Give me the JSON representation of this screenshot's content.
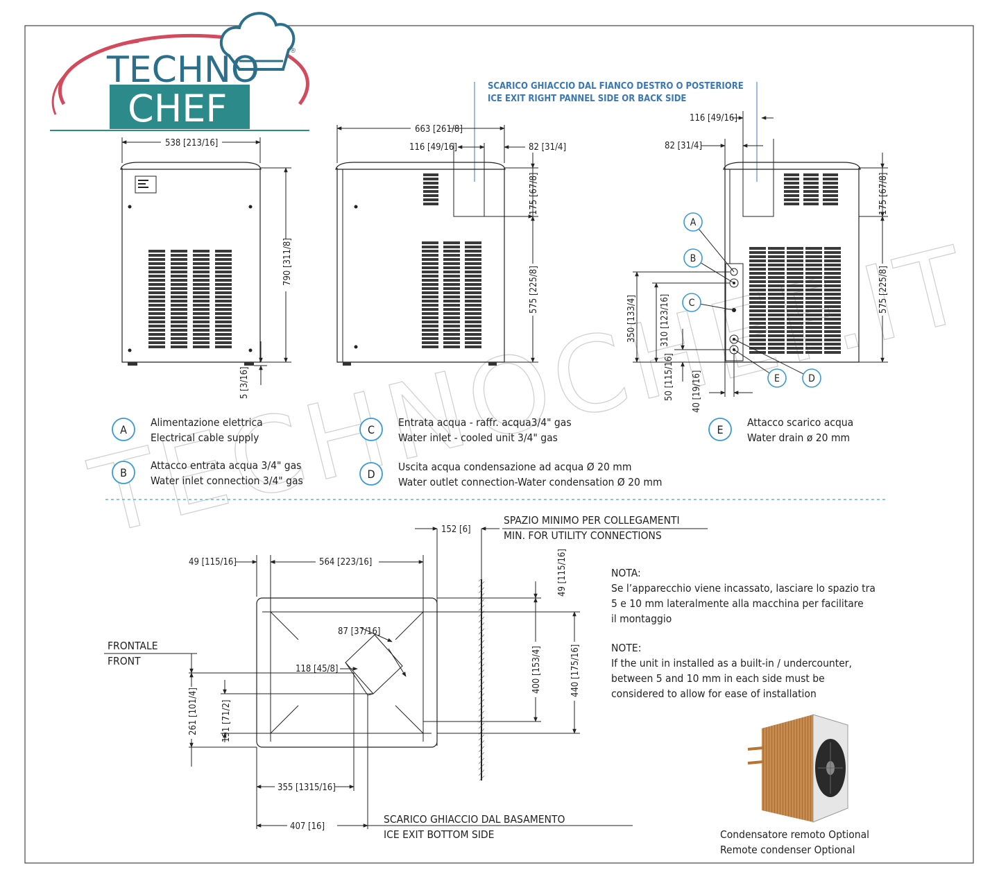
{
  "logo": {
    "line1": "TECHNO",
    "line2": "CHEF",
    "reg": "®",
    "watermark": "TECHNOCHEF.IT"
  },
  "colors": {
    "logo_arc": "#d24a5c",
    "logo_teal": "#2d8a8a",
    "logo_text": "#2b6f8a",
    "section_blue": "#3a78b5",
    "watermark": "#c8c8c8"
  },
  "front_view": {
    "width": "538",
    "width_in": "[21",
    "width_frac": "3/16]",
    "height": "790",
    "height_in": "[31",
    "height_frac": "1/8]",
    "foot": "5",
    "foot_in": "[",
    "foot_frac": "3/16]"
  },
  "side_view": {
    "title_it": "SCARICO GHIACCIO DAL FIANCO  DESTRO O POSTERIORE",
    "title_en": "ICE EXIT RIGHT PANNEL SIDE OR BACK SIDE",
    "depth": "663",
    "depth_in": "[26",
    "depth_frac": "1/8]",
    "exit_w": "116",
    "exit_w_in": "[4",
    "exit_w_frac": "9/16]",
    "exit_off": "82",
    "exit_off_in": "[3",
    "exit_off_frac": "1/4]",
    "top_h": "175",
    "top_h_in": "[6",
    "top_h_frac": "7/8]",
    "low_h": "575",
    "low_h_in": "[22",
    "low_h_frac": "5/8]"
  },
  "rear_view": {
    "exit_w": "116",
    "exit_w_in": "[4",
    "exit_w_frac": "9/16]",
    "exit_off": "82",
    "exit_off_in": "[3",
    "exit_off_frac": "1/4]",
    "top_h": "175",
    "top_h_in": "[6",
    "top_h_frac": "7/8]",
    "low_h": "575",
    "low_h_in": "[22",
    "low_h_frac": "5/8]",
    "h350": "350",
    "h350_in": "[13",
    "h350_frac": "3/4]",
    "h310": "310",
    "h310_in": "[12",
    "h310_frac": "3/16]",
    "h50": "50",
    "h50_in": "[1",
    "h50_frac": "15/16]",
    "w40": "40",
    "w40_in": "[1",
    "w40_frac": "9/16]",
    "labels": [
      "A",
      "B",
      "C",
      "D",
      "E"
    ]
  },
  "legend": [
    {
      "letter": "A",
      "it": "Alimentazione elettrica",
      "en": "Electrical cable supply"
    },
    {
      "letter": "B",
      "it": "Attacco entrata acqua 3/4\" gas",
      "en": "Water inlet connection 3/4\" gas"
    },
    {
      "letter": "C",
      "it": "Entrata acqua   - raffr. acqua3/4\" gas",
      "en": "Water inlet - cooled unit 3/4\" gas"
    },
    {
      "letter": "D",
      "it": "Uscita acqua condensazione ad acqua Ø 20 mm",
      "en": "Water outlet connection-Water condensation Ø 20 mm"
    },
    {
      "letter": "E",
      "it": "Attacco scarico acqua",
      "en": "Water drain ø 20 mm"
    }
  ],
  "plan_view": {
    "space_it": "SPAZIO MINIMO PER COLLEGAMENTI",
    "space_en": "MIN. FOR UTILITY CONNECTIONS",
    "gap": "152",
    "gap_in": "[6]",
    "left_off": "49",
    "left_off_in": "[1",
    "left_off_frac": "15/16]",
    "width": "564",
    "width_in": "[22",
    "width_frac": "3/16]",
    "top_off": "49",
    "top_off_in": "[1",
    "top_off_frac": "15/16]",
    "diag1": "87",
    "diag1_in": "[3",
    "diag1_frac": "7/16]",
    "diag2": "118",
    "diag2_in": "[4",
    "diag2_frac": "5/8]",
    "d400": "400",
    "d400_in": "[15",
    "d400_frac": "3/4]",
    "d440": "440",
    "d440_in": "[17",
    "d440_frac": "5/16]",
    "d261": "261",
    "d261_in": "[10",
    "d261_frac": "1/4]",
    "d191": "191",
    "d191_in": "[7",
    "d191_frac": "1/2]",
    "d355": "355",
    "d355_in": "[13",
    "d355_frac": "15/16]",
    "d407": "407",
    "d407_in": "[16]",
    "front_it": "FRONTALE",
    "front_en": "FRONT",
    "exit_it": "SCARICO GHIACCIO DAL BASAMENTO",
    "exit_en": "ICE EXIT BOTTOM SIDE"
  },
  "note": {
    "title_it": "NOTA:",
    "it_lines": [
      "Se l’apparecchio viene incassato, lasciare lo spazio tra",
      "5 e 10 mm lateralmente alla macchina per facilitare",
      "il montaggio"
    ],
    "title_en": "NOTE:",
    "en_lines": [
      "If the unit in installed as a built-in / undercounter,",
      "between 5 and 10 mm in each side must be",
      "considered to allow for ease of installation"
    ]
  },
  "condenser": {
    "caption_it": "Condensatore remoto Optional",
    "caption_en": "Remote condenser Optional"
  }
}
